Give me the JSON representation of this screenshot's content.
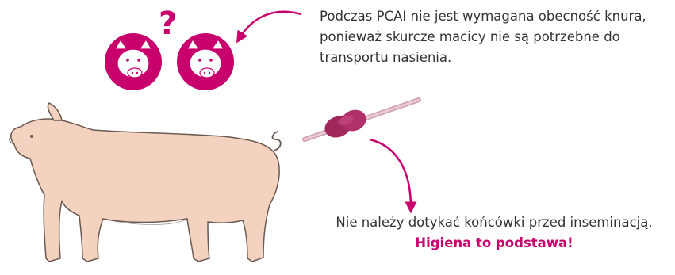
{
  "question_mark": "?",
  "info_top": "Podczas PCAI nie jest wymagana obecność knura, ponieważ skurcze macicy nie są potrzebne do transportu nasienia.",
  "info_bottom_line1": "Nie należy dotykać końcówki przed inseminacją.",
  "info_bottom_line2": "Higiena to podstawa!",
  "colors": {
    "accent": "#c8006e",
    "pig_body": "#f3d3bf",
    "pig_outline": "#6b5a52",
    "catheter_tip": "#a0285a",
    "text": "#333333"
  },
  "icons": [
    "boar-head-icon-left",
    "boar-head-icon-right",
    "pig-illustration",
    "catheter-illustration",
    "arrow-top",
    "arrow-down"
  ]
}
